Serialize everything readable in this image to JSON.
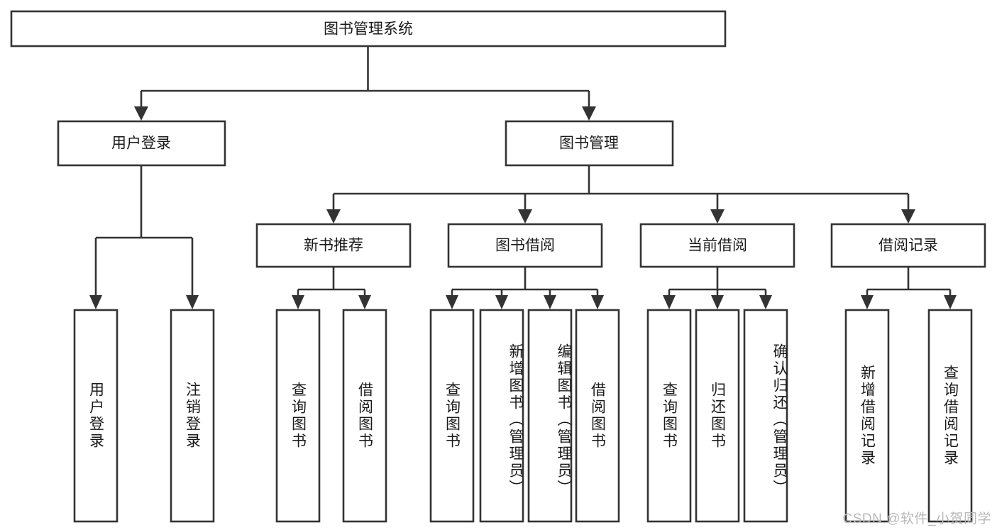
{
  "title": "图书管理系统",
  "watermark": "CSDN @软件_小贺同学",
  "diagram": {
    "type": "tree",
    "orientation": "top-down",
    "root": {
      "label": "图书管理系统"
    },
    "level2": [
      {
        "label": "用户登录"
      },
      {
        "label": "图书管理"
      }
    ],
    "level3": [
      {
        "label": "新书推荐"
      },
      {
        "label": "图书借阅"
      },
      {
        "label": "当前借阅"
      },
      {
        "label": "借阅记录"
      }
    ],
    "leaves": {
      "user_login": [
        {
          "label": "用户登录"
        },
        {
          "label": "注销登录"
        }
      ],
      "new_book_recommend": [
        {
          "label": "查询图书"
        },
        {
          "label": "借阅图书"
        }
      ],
      "book_borrow": [
        {
          "label": "查询图书"
        },
        {
          "label": "新增图书（管理员）"
        },
        {
          "label": "编辑图书（管理员）"
        },
        {
          "label": "借阅图书"
        }
      ],
      "current_borrow": [
        {
          "label": "查询图书"
        },
        {
          "label": "归还图书"
        },
        {
          "label": "确认归还（管理员）"
        }
      ],
      "borrow_records": [
        {
          "label": "新增借阅记录"
        },
        {
          "label": "查询借阅记录"
        }
      ]
    }
  },
  "colors": {
    "stroke": "#333333",
    "fill": "#ffffff",
    "text": "#1a1a1a",
    "watermark": "#b8b8b8"
  }
}
